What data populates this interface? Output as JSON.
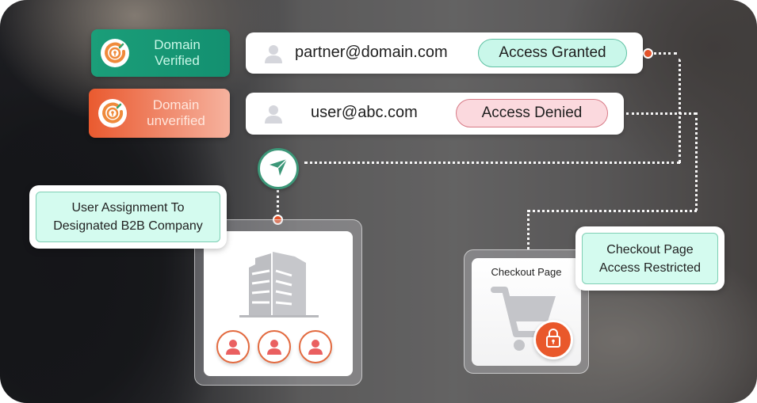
{
  "domain_badges": [
    {
      "label_line1": "Domain",
      "label_line2": "Verified",
      "status": "verified",
      "color": "#1b9e79"
    },
    {
      "label_line1": "Domain",
      "label_line2": "unverified",
      "status": "unverified",
      "color": "#ea5a2f"
    }
  ],
  "email_rows": [
    {
      "email": "partner@domain.com",
      "status_label": "Access Granted",
      "status": "granted"
    },
    {
      "email": "user@abc.com",
      "status_label": "Access Denied",
      "status": "denied"
    }
  ],
  "callouts": {
    "assignment": {
      "line1": "User Assignment To",
      "line2": "Designated B2B Company"
    },
    "restriction": {
      "line1": "Checkout Page",
      "line2": "Access Restricted"
    }
  },
  "company_card": {
    "icon": "building-icon",
    "users": [
      "user-icon",
      "user-icon",
      "user-icon"
    ]
  },
  "checkout_card": {
    "title": "Checkout Page",
    "icon": "shopping-cart-icon",
    "badge_icon": "lock-icon"
  },
  "send_node": {
    "icon": "send-icon",
    "color": "#3c9778"
  },
  "colors": {
    "accent_green": "#1b9e79",
    "accent_orange": "#e9582b",
    "granted_bg": "#c9f7ea",
    "denied_bg": "#fbd9de",
    "callout_bg": "#d4fbef"
  }
}
